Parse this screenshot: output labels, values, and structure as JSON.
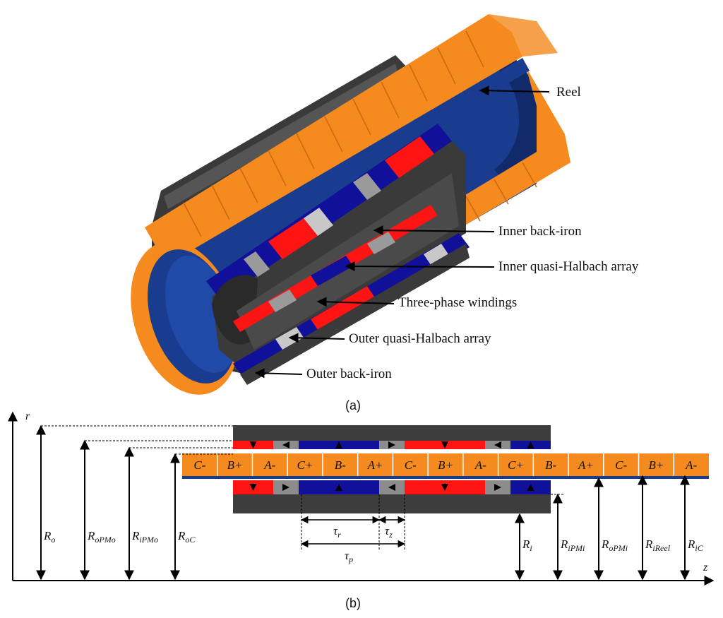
{
  "colors": {
    "orange": "#f58a1f",
    "orange_dark": "#c9660f",
    "blue": "#1a3c8f",
    "magnet_blue": "#10109a",
    "red": "#ff1414",
    "gray": "#8c8c8c",
    "iron": "#3d3d3d"
  },
  "part_a": {
    "caption": "(a)",
    "callouts": [
      {
        "id": "reel",
        "label": "Reel"
      },
      {
        "id": "inner-back-iron",
        "label": "Inner back-iron"
      },
      {
        "id": "inner-halbach",
        "label": "Inner quasi-Halbach array"
      },
      {
        "id": "windings",
        "label": "Three-phase windings"
      },
      {
        "id": "outer-halbach",
        "label": "Outer quasi-Halbach array"
      },
      {
        "id": "outer-back-iron",
        "label": "Outer back-iron"
      }
    ]
  },
  "part_b": {
    "caption": "(b)",
    "axis_r": "r",
    "axis_z": "z",
    "coils": [
      "C-",
      "B+",
      "A-",
      "C+",
      "B-",
      "A+",
      "C-",
      "B+",
      "A-",
      "C+",
      "B-",
      "A+",
      "C-",
      "B+",
      "A-"
    ],
    "upper_magnets": [
      {
        "color": "red",
        "arrow": "down"
      },
      {
        "color": "gray",
        "arrow": "left"
      },
      {
        "color": "blue",
        "arrow": "up"
      },
      {
        "color": "gray",
        "arrow": "right"
      },
      {
        "color": "red",
        "arrow": "down"
      },
      {
        "color": "gray",
        "arrow": "left"
      },
      {
        "color": "blue",
        "arrow": "up"
      }
    ],
    "lower_magnets": [
      {
        "color": "red",
        "arrow": "down"
      },
      {
        "color": "gray",
        "arrow": "right"
      },
      {
        "color": "blue",
        "arrow": "up"
      },
      {
        "color": "gray",
        "arrow": "left"
      },
      {
        "color": "red",
        "arrow": "down"
      },
      {
        "color": "gray",
        "arrow": "right"
      },
      {
        "color": "blue",
        "arrow": "up"
      }
    ],
    "radii_left": [
      {
        "main": "R",
        "sub": "o"
      },
      {
        "main": "R",
        "sub": "oPMo"
      },
      {
        "main": "R",
        "sub": "iPMo"
      },
      {
        "main": "R",
        "sub": "oC"
      }
    ],
    "radii_right": [
      {
        "main": "R",
        "sub": "i"
      },
      {
        "main": "R",
        "sub": "iPMi"
      },
      {
        "main": "R",
        "sub": "oPMi"
      },
      {
        "main": "R",
        "sub": "iReel"
      },
      {
        "main": "R",
        "sub": "iC"
      }
    ],
    "pitches": [
      {
        "main": "τ",
        "sub": "r"
      },
      {
        "main": "τ",
        "sub": "z"
      },
      {
        "main": "τ",
        "sub": "p"
      }
    ]
  }
}
